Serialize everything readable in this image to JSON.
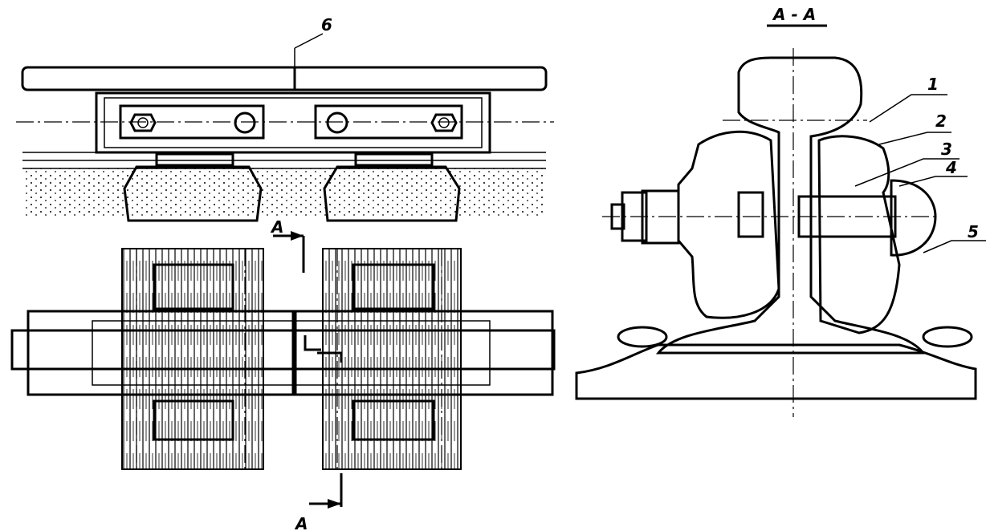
{
  "drawing": {
    "section_title": "А - А",
    "cut_marker_top": "А",
    "cut_marker_bottom": "А",
    "callouts": [
      "1",
      "2",
      "3",
      "4",
      "5",
      "6"
    ]
  }
}
